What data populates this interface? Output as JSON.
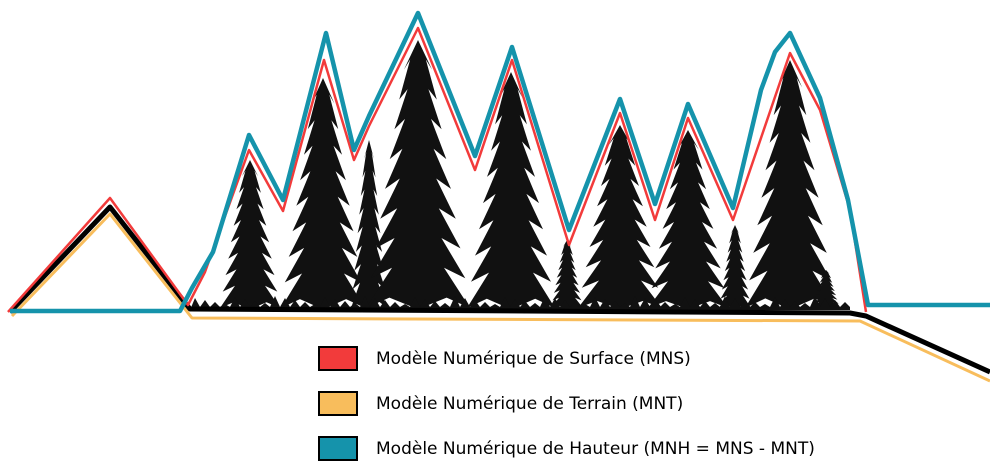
{
  "colors": {
    "mns": "#f23b3b",
    "mnt": "#f8bd5c",
    "mnh": "#1593ab",
    "ground": "#000000",
    "trees": "#111111"
  },
  "legend": [
    {
      "id": "mns",
      "label": "Modèle Numérique de Surface (MNS)",
      "color": "#f23b3b"
    },
    {
      "id": "mnt",
      "label": "Modèle Numérique de Terrain (MNT)",
      "color": "#f8bd5c"
    },
    {
      "id": "mnh",
      "label": "Modèle Numérique de Hauteur (MNH = MNS - MNT)",
      "color": "#1593ab"
    }
  ],
  "icons": {
    "forest": "conifer-silhouette-icon"
  }
}
